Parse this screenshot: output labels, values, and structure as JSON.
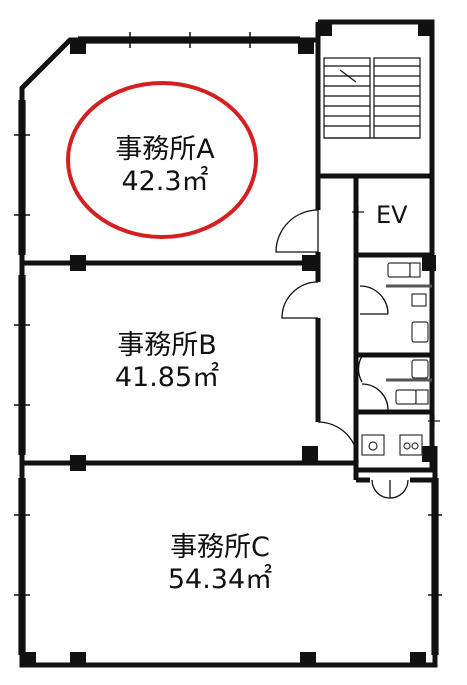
{
  "rooms": [
    {
      "name": "事務所A",
      "area": "42.3㎡",
      "highlighted": true
    },
    {
      "name": "事務所B",
      "area": "41.85㎡",
      "highlighted": false
    },
    {
      "name": "事務所C",
      "area": "54.34㎡",
      "highlighted": false
    }
  ],
  "elevator": {
    "label": "EV"
  },
  "colors": {
    "wall": "#111111",
    "highlight": "#d42020",
    "fixture": "#666666",
    "background": "#ffffff"
  }
}
